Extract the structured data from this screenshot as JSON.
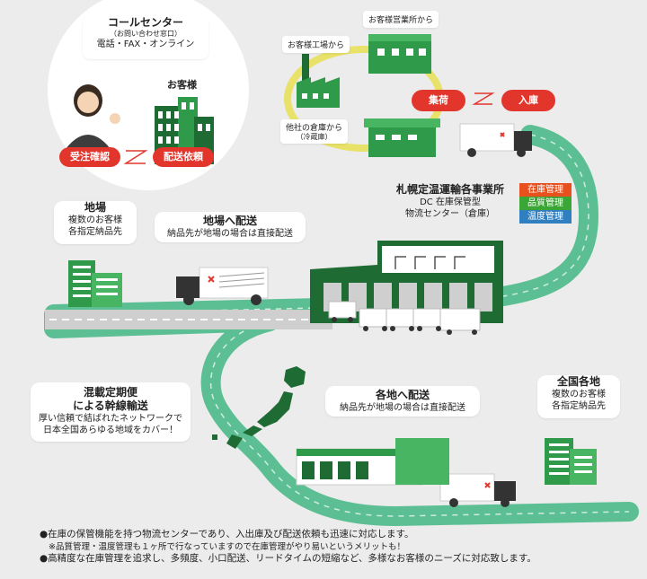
{
  "call_center": {
    "title": "コールセンター",
    "subtitle": "（お問い合わせ窓口）",
    "methods": "電話・FAX・オンライン",
    "customer_label": "お客様",
    "order_confirm": "受注確認",
    "delivery_request": "配送依頼"
  },
  "sources": {
    "sales_office": "お客様営業所から",
    "factory": "お客様工場から",
    "other_warehouse": "他社の倉庫から",
    "other_warehouse_note": "（冷蔵庫）"
  },
  "flow": {
    "pickup": "集荷",
    "inbound": "入庫"
  },
  "center": {
    "name": "札幌定温運輸各事業所",
    "line2": "DC 在庫保管型",
    "line3": "物流センター（倉庫）",
    "legend": [
      {
        "label": "在庫管理",
        "color": "#e8501e"
      },
      {
        "label": "品質管理",
        "color": "#3aa635"
      },
      {
        "label": "温度管理",
        "color": "#2f7fc1"
      }
    ]
  },
  "local": {
    "title": "地場",
    "line1": "複数のお客様",
    "line2": "各指定納品先"
  },
  "local_delivery": {
    "title": "地場へ配送",
    "text": "納品先が地場の場合は直接配送"
  },
  "trunk": {
    "title1": "混載定期便",
    "title2": "による幹線輸送",
    "line1": "厚い信頼で結ばれたネットワークで",
    "line2": "日本全国あらゆる地域をカバー！"
  },
  "regional_delivery": {
    "title": "各地へ配送",
    "text": "納品先が地場の場合は直接配送"
  },
  "nationwide": {
    "title": "全国各地",
    "line1": "複数のお客様",
    "line2": "各指定納品先"
  },
  "notes": [
    "●在庫の保管機能を持つ物流センターであり、入出庫及び配送依頼も迅速に対応します。",
    "※品質管理・温度管理も１ヶ所で行なっていますので在庫管理がやり易いというメリットも！",
    "●高精度な在庫管理を追求し、多頻度、小口配送、リードタイムの短縮など、多様なお客様のニーズに対応致します。"
  ],
  "colors": {
    "road": "#5cbf94",
    "building_dark": "#1e6b33",
    "building_mid": "#2f9a4a",
    "building_light": "#48b563",
    "accent_red": "#e2362c",
    "loop_yellow": "#e8e26a"
  }
}
